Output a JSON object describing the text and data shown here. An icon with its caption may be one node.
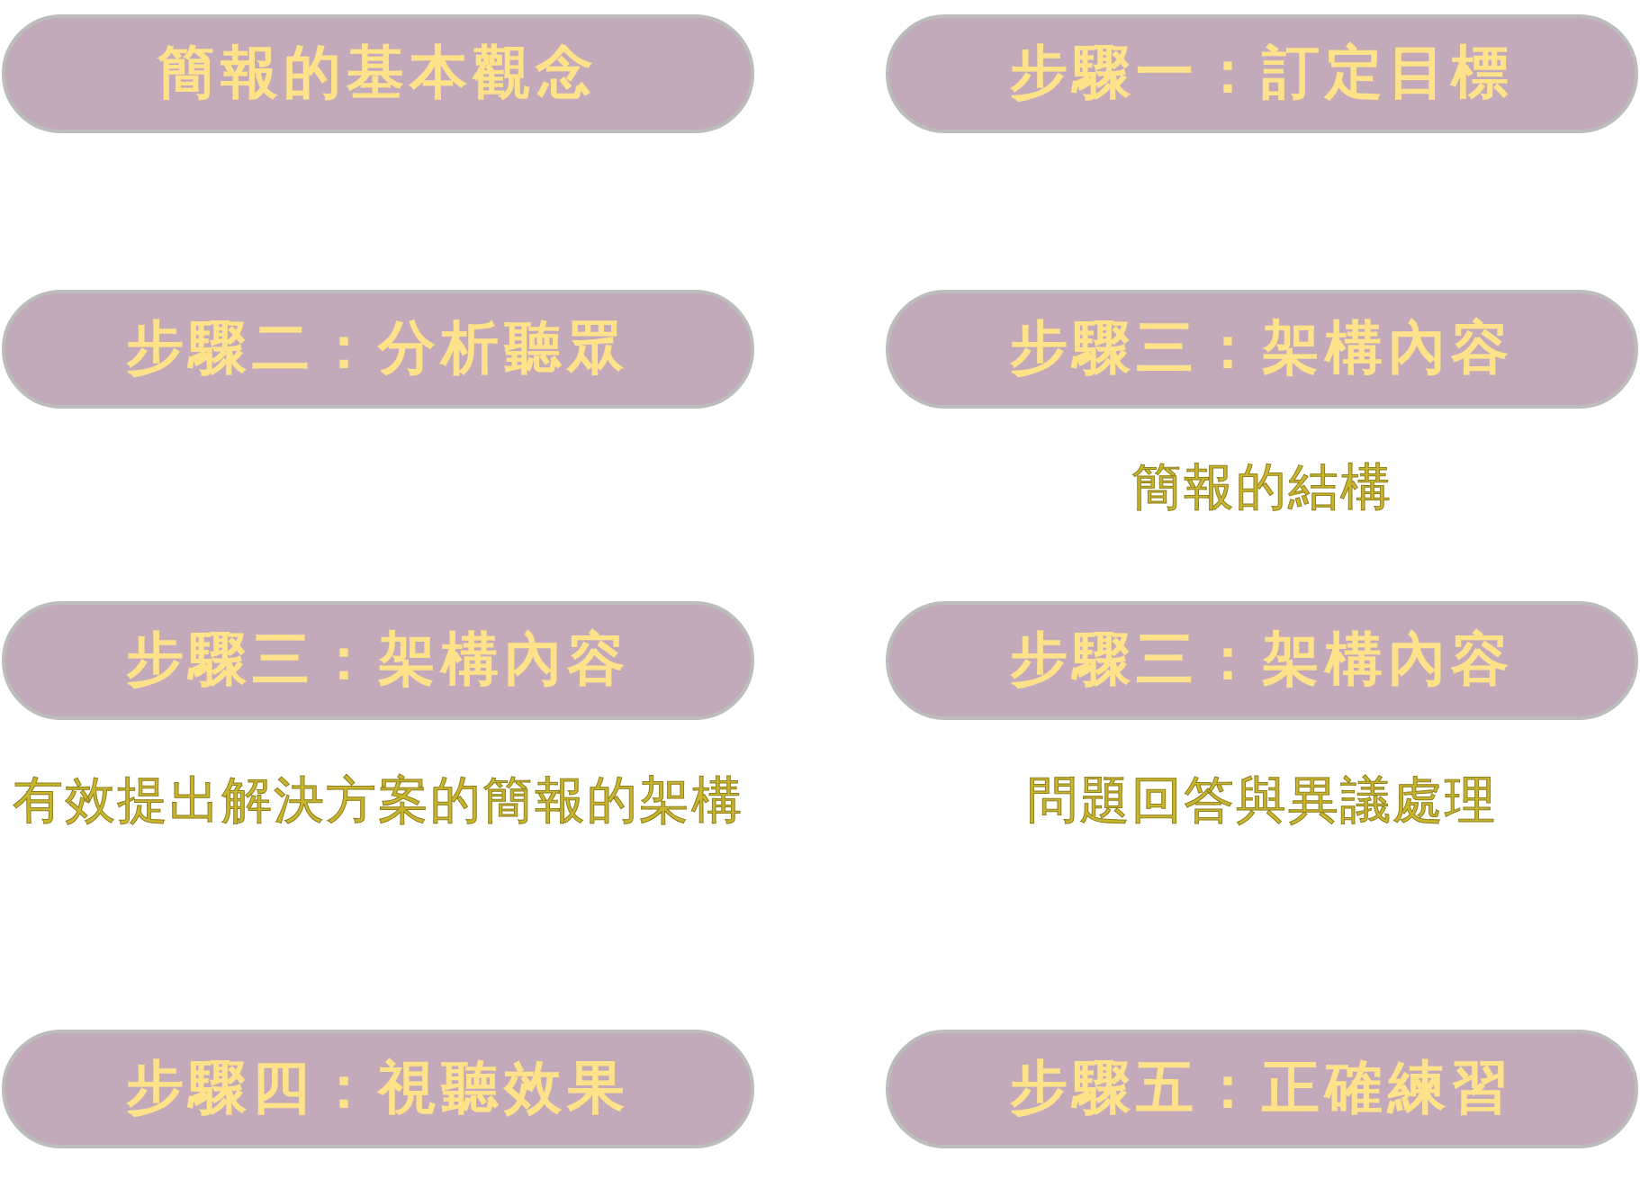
{
  "diagram": {
    "nodes": [
      {
        "text": [
          "簡報的基本觀念"
        ]
      },
      {
        "text": [
          "步驟一：訂定目標"
        ]
      },
      {
        "text": [
          "步驟二：分析聽眾"
        ]
      },
      {
        "text": [
          "步驟三：架構內容"
        ],
        "beside": [
          "簡報的結構"
        ]
      },
      {
        "text": [
          "步驟三：架構內容"
        ],
        "beside": [
          "有效提出解決方案的簡報的架構"
        ]
      },
      {
        "text": [
          "步驟三：架構內容"
        ],
        "beside": [
          "問題回答與異議處理"
        ]
      },
      {
        "text": [
          "步驟四：視聽效果"
        ]
      },
      {
        "text": [
          "步驟五：正確練習"
        ]
      }
    ]
  }
}
